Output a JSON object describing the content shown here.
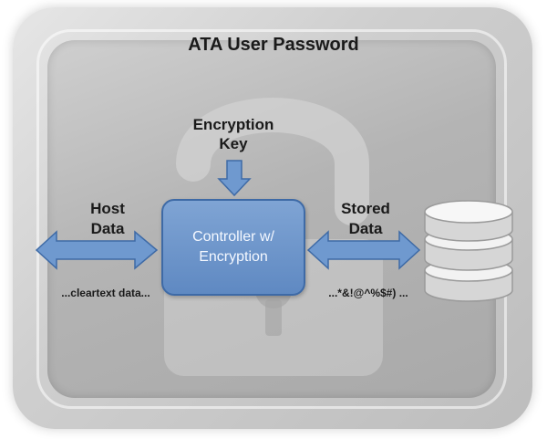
{
  "diagram": {
    "title": "ATA User Password",
    "encryption_key_line1": "Encryption",
    "encryption_key_line2": "Key",
    "host_line1": "Host",
    "host_line2": "Data",
    "stored_line1": "Stored",
    "stored_line2": "Data",
    "controller_line1": "Controller w/",
    "controller_line2": "Encryption",
    "cleartext": "...cleartext data...",
    "ciphertext": "...*&!@^%$#) ..."
  },
  "colors": {
    "arrow_fill": "#6f99cf",
    "arrow_stroke": "#3e6aa6",
    "controller_fill": "#6b93c9",
    "background_gray": "#bdbdbd",
    "disk_fill": "#e9e9e9"
  },
  "icons": {
    "lock": "padlock-watermark-icon",
    "database": "database-disks-icon"
  }
}
